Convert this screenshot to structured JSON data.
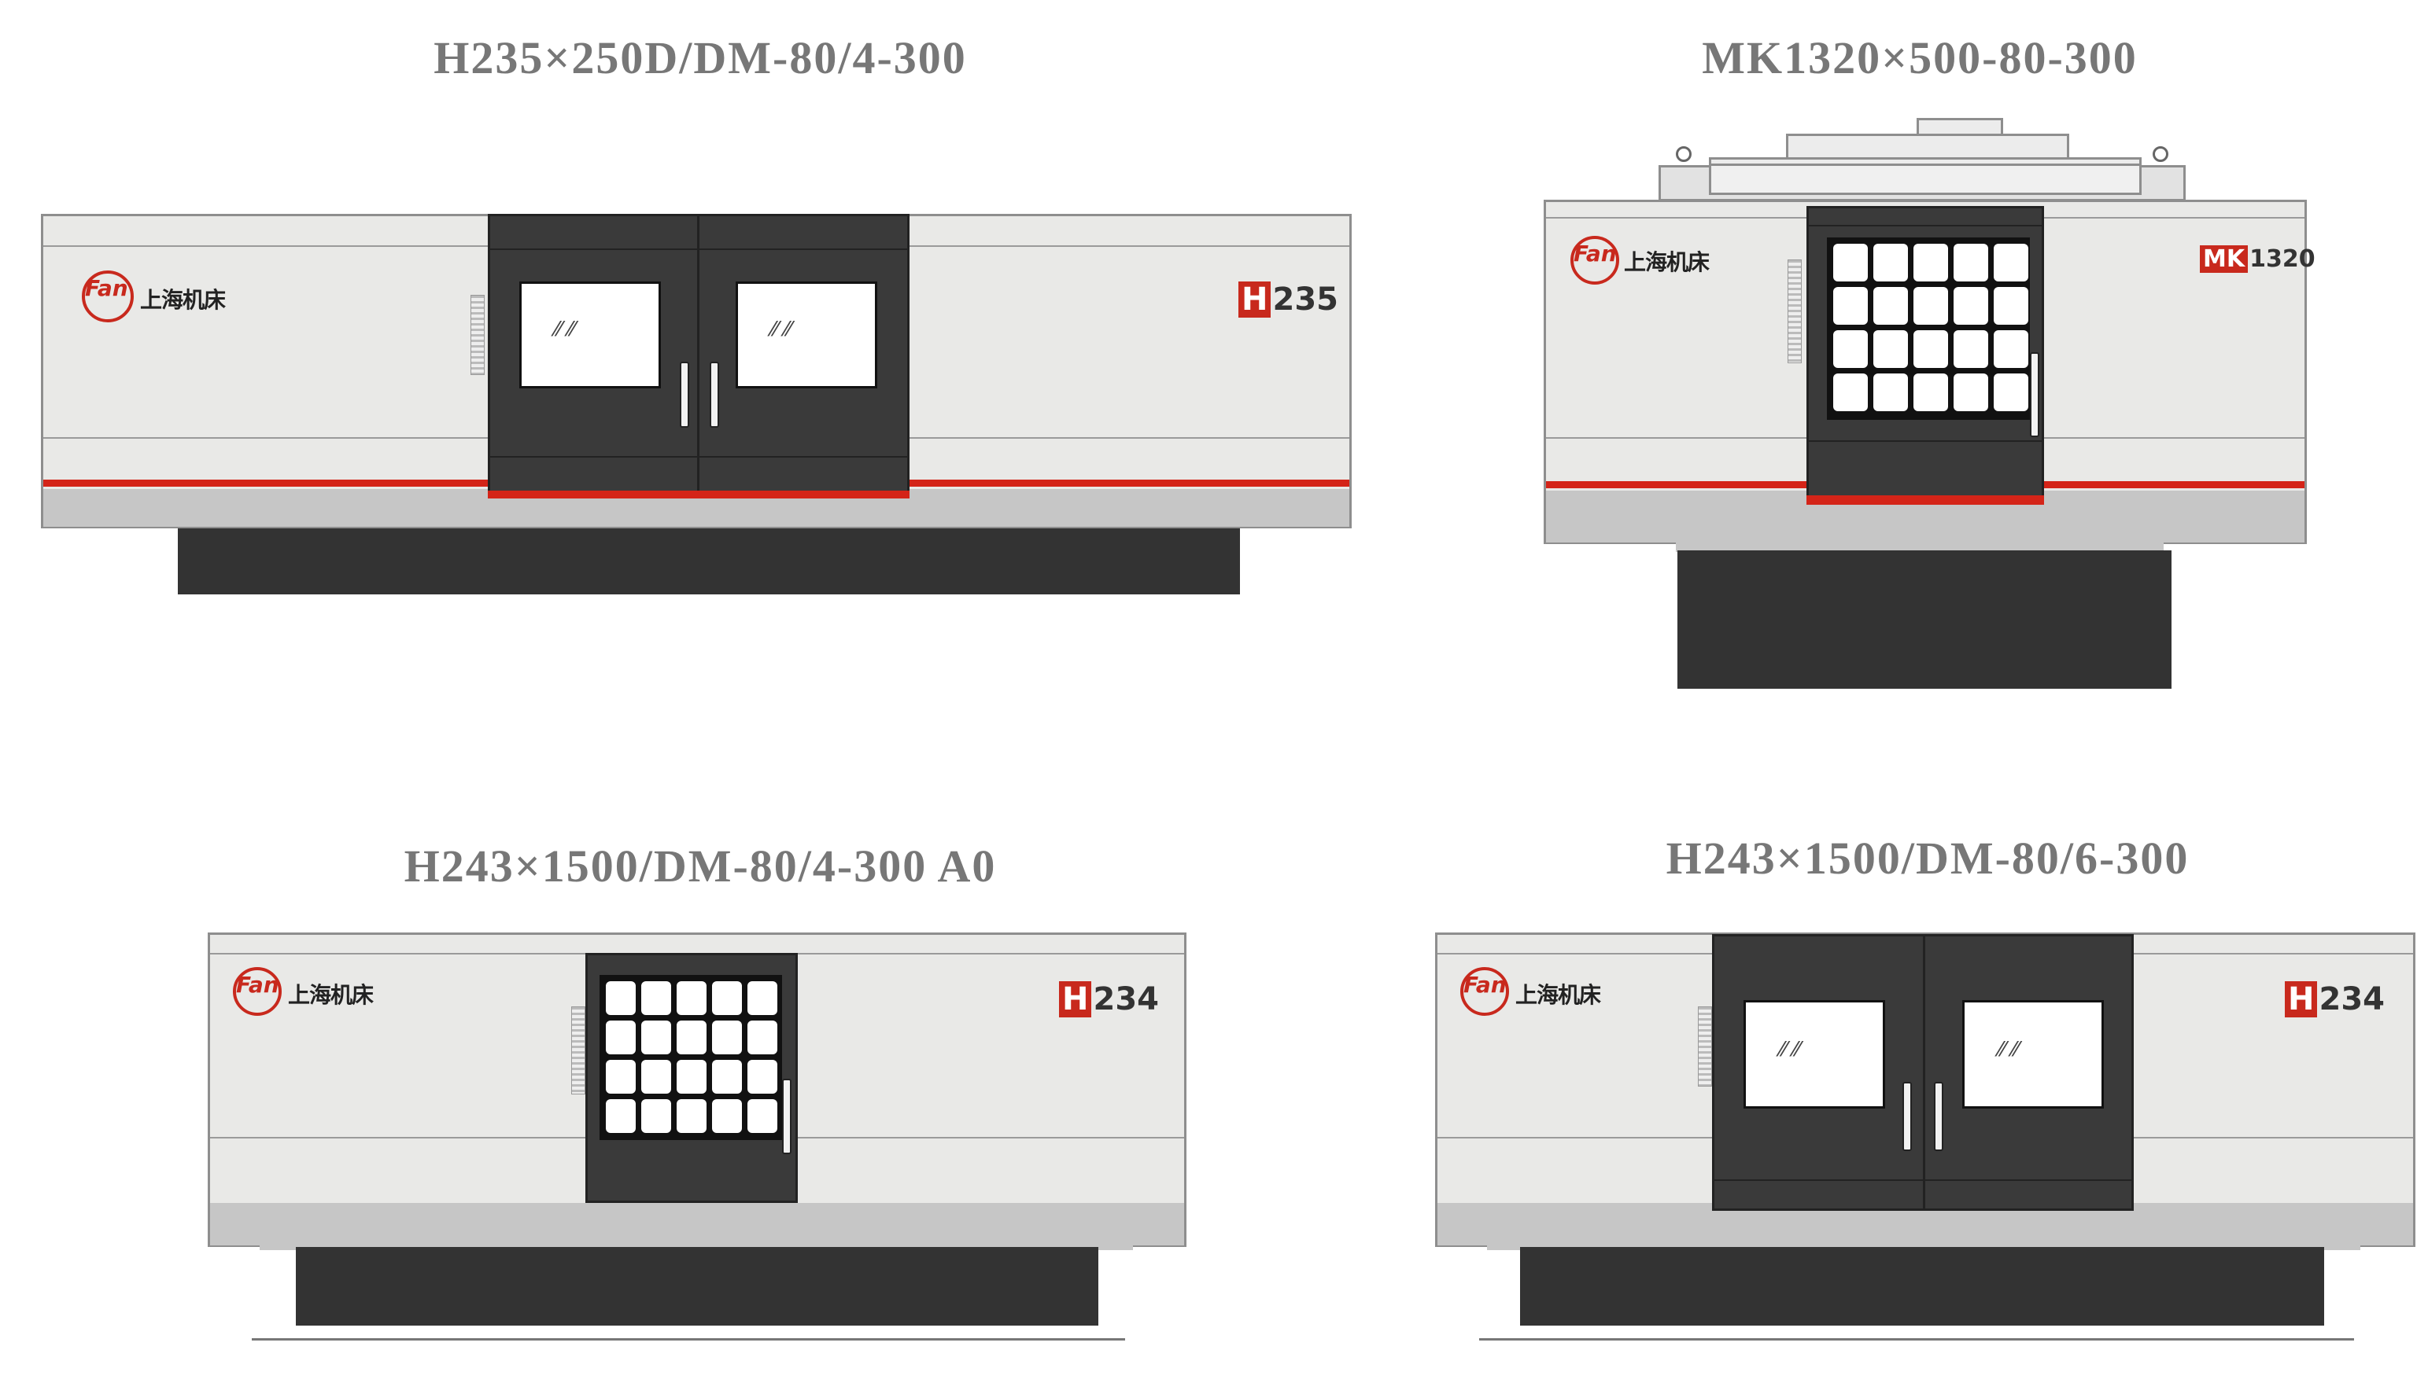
{
  "machines": [
    {
      "title": "H235×250D/DM-80/4-300",
      "brand": "上海机床",
      "brand_mark": "Fan",
      "badge_letter": "H",
      "badge_number": "235"
    },
    {
      "title": "MK1320×500-80-300",
      "brand": "上海机床",
      "brand_mark": "Fan",
      "badge_letter": "MK",
      "badge_number": "1320"
    },
    {
      "title": "H243×1500/DM-80/4-300 A0",
      "brand": "上海机床",
      "brand_mark": "Fan",
      "badge_letter": "H",
      "badge_number": "234"
    },
    {
      "title": "H243×1500/DM-80/6-300",
      "brand": "上海机床",
      "brand_mark": "Fan",
      "badge_letter": "H",
      "badge_number": "234"
    }
  ],
  "colors": {
    "accent_red": "#d42418",
    "door_dark": "#3a3a3a",
    "body_light": "#e9e9e7",
    "base_dark": "#333333"
  },
  "icons": [
    "brand-logo-icon",
    "door-handle-icon"
  ]
}
